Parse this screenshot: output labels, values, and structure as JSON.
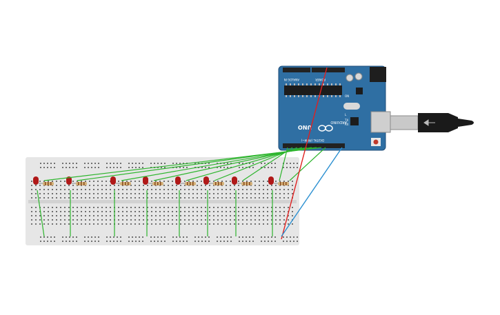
{
  "canvas": {
    "background": "#ffffff"
  },
  "arduino": {
    "board_label": "UNO",
    "brand_label": "ARDUINO",
    "digital_label": "DIGITAL (PWM~)",
    "power_label": "POWER",
    "analog_label": "ANALOG IN",
    "tx_label": "TX",
    "rx_label": "RX",
    "on_label": "ON",
    "l_label": "L",
    "board_color": "#2f6fa3",
    "board_edge_color": "#1f4e7a"
  },
  "breadboard": {
    "color": "#e6e6e6",
    "hole_color": "#6f6f6f",
    "leds": 8
  },
  "wires": {
    "signal_color": "#2db52d",
    "power_color": "#e02020",
    "ground_color": "#2a8fd1"
  },
  "components": {
    "led_color": "#b01818",
    "resistor_color": "#d4b27a"
  },
  "usb_cable": {
    "color": "#1a1a1a"
  }
}
